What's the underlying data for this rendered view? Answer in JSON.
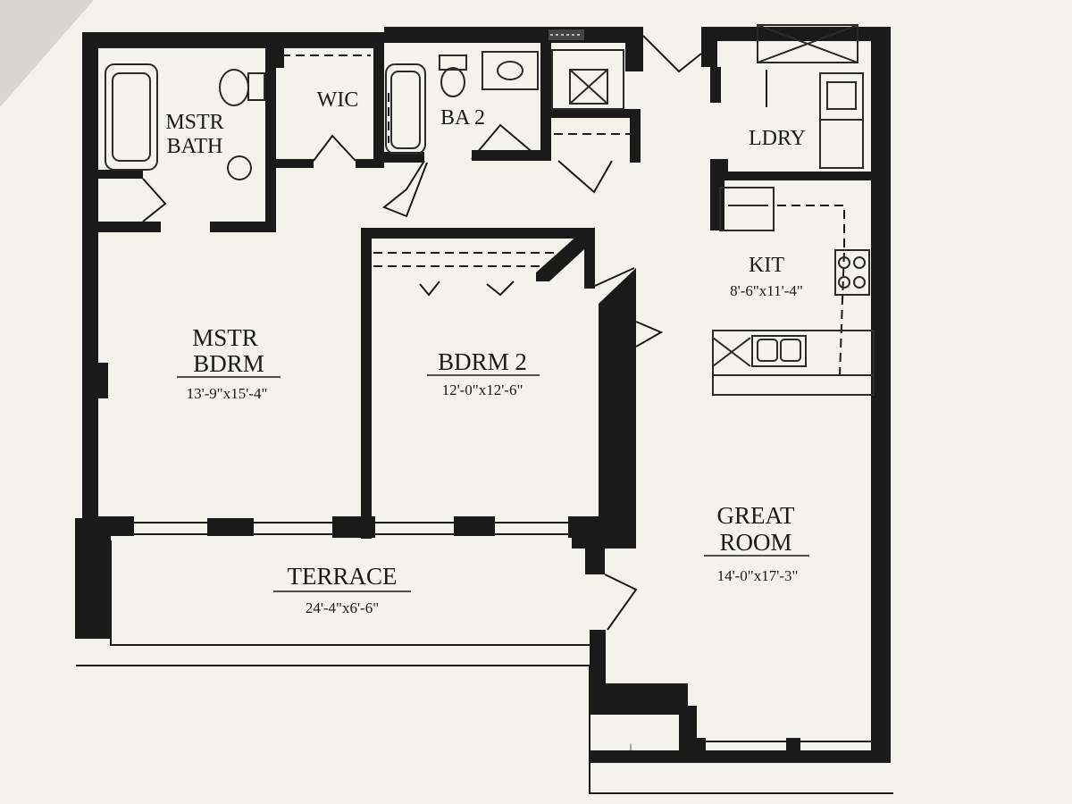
{
  "rooms": {
    "master_bath": {
      "line1": "MSTR",
      "line2": "BATH"
    },
    "wic": {
      "name": "WIC"
    },
    "bath2": {
      "name": "BA 2"
    },
    "laundry": {
      "name": "LDRY"
    },
    "kitchen": {
      "name": "KIT",
      "dims": "8'-6\"x11'-4\""
    },
    "master_bedroom": {
      "line1": "MSTR",
      "line2": "BDRM",
      "dims": "13'-9\"x15'-4\""
    },
    "bedroom2": {
      "name": "BDRM 2",
      "dims": "12'-0\"x12'-6\""
    },
    "great_room": {
      "line1": "GREAT",
      "line2": "ROOM",
      "dims": "14'-0\"x17'-3\""
    },
    "terrace": {
      "name": "TERRACE",
      "dims": "24'-4\"x6'-6\""
    }
  },
  "symbols": {
    "down_arrow": "↓"
  },
  "colors": {
    "wall": "#1a1a1a",
    "paper": "#f3f1ec",
    "fixture": "#2a2a2a"
  }
}
